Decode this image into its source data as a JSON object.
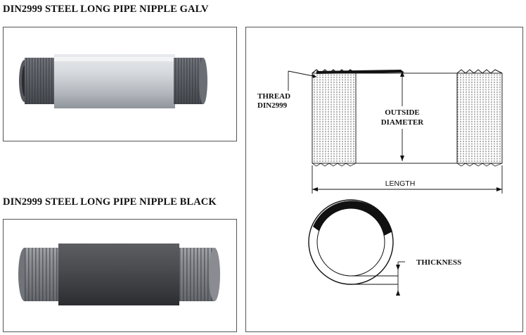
{
  "product_galv": {
    "title": "DIN2999 STEEL LONG PIPE NIPPLE GALV"
  },
  "product_black": {
    "title": "DIN2999 STEEL LONG PIPE NIPPLE BLACK"
  },
  "diagram": {
    "thread_label_line1": "THREAD",
    "thread_label_line2": "DIN2999",
    "outside_label_line1": "OUTSIDE",
    "outside_label_line2": "DIAMETER",
    "length_label": "LENGTH",
    "thickness_label": "THICKNESS"
  },
  "colors": {
    "frame_border": "#555555",
    "galv_body": "#c9ccd0",
    "black_body": "#4a4c50",
    "thread_steel": "#8e9096"
  }
}
